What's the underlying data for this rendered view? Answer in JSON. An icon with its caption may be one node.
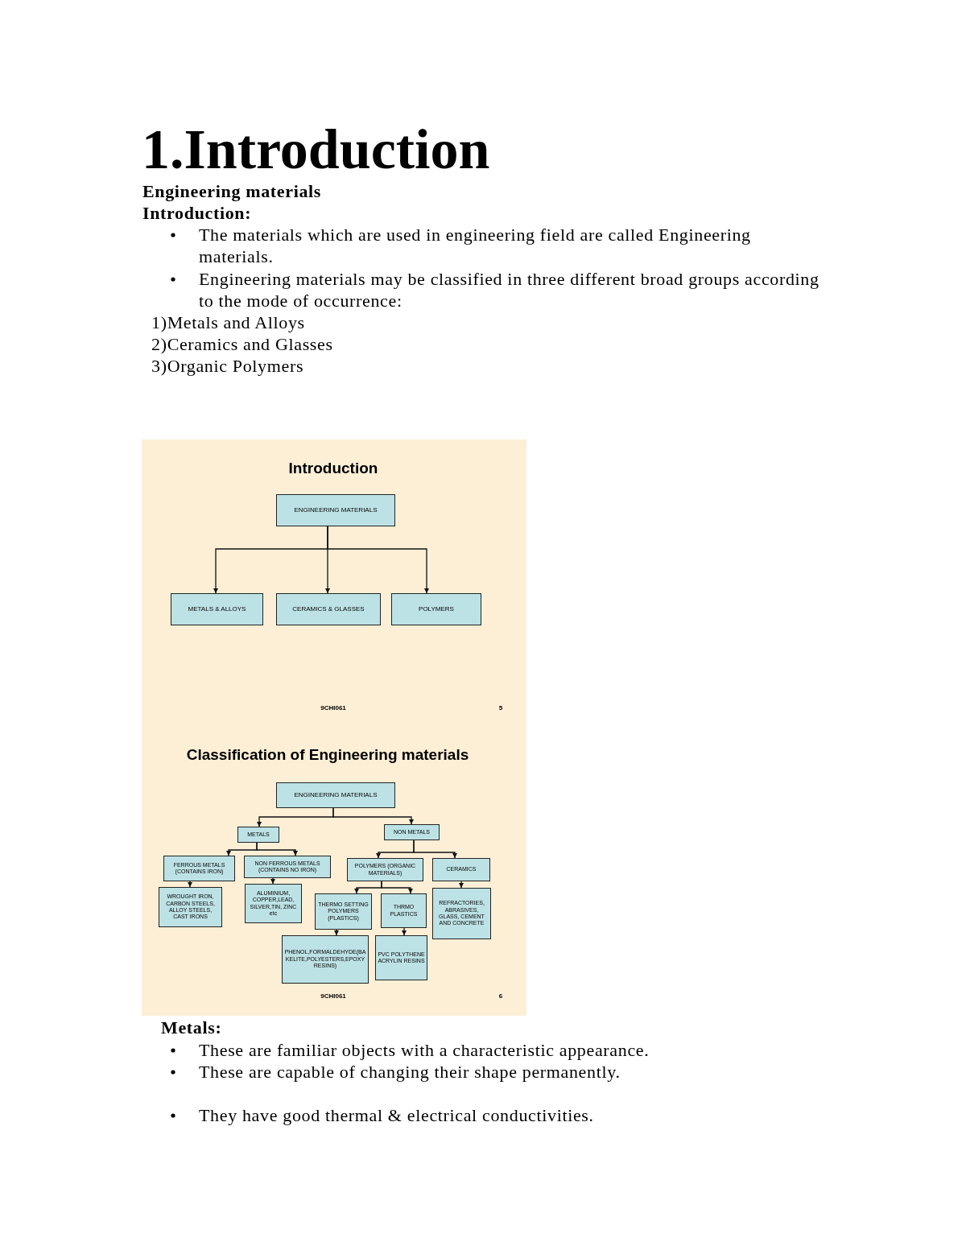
{
  "diagram": {
    "title": "1.Introduction",
    "nodes": [
      {
        "text": [
          "ENGINEERING MATERIALS"
        ]
      },
      {
        "text": [
          "METALS & ALLOYS"
        ]
      },
      {
        "text": [
          "CERAMICS & GLASSES"
        ]
      },
      {
        "text": [
          "POLYMERS"
        ]
      },
      {
        "text": [
          "ENGINEERING MATERIALS"
        ]
      },
      {
        "text": [
          "METALS"
        ]
      },
      {
        "text": [
          "NON METALS"
        ]
      },
      {
        "text": [
          "FERROUS METALS (CONTAINS IRON)"
        ]
      },
      {
        "text": [
          "NON FERROUS METALS (CONTAINS NO IRON)"
        ]
      },
      {
        "text": [
          "POLYMERS (ORGANIC MATERIALS)"
        ]
      },
      {
        "text": [
          "CERAMICS"
        ]
      },
      {
        "text": [
          "WROUGHT IRON, CARBON STEELS, ALLOY STEELS, CAST IRONS"
        ]
      },
      {
        "text": [
          "ALUMINIUM, COPPER,LEAD, SILVER,TIN, ZINC etc"
        ]
      },
      {
        "text": [
          "THERMO SETTING POLYMERS (PLASTICS)"
        ]
      },
      {
        "text": [
          "THRMO PLASTICS"
        ]
      },
      {
        "text": [
          "REFRACTORIES, ABRASIVES, GLASS, CEMENT AND CONCRETE"
        ]
      },
      {
        "text": [
          "PHENOL,FORMALDEHYDE(BAKELITE,POLYESTERS,EPOXY RESINS)"
        ]
      },
      {
        "text": [
          "PVC POLYTHENE ACRYLIN RESINS"
        ]
      }
    ],
    "edges": [
      {
        "from": 0,
        "to": 1,
        "arrow": "to"
      },
      {
        "from": 0,
        "to": 2,
        "arrow": "to"
      },
      {
        "from": 0,
        "to": 3,
        "arrow": "to"
      },
      {
        "from": 4,
        "to": 5,
        "arrow": "to"
      },
      {
        "from": 4,
        "to": 6,
        "arrow": "to"
      },
      {
        "from": 5,
        "to": 7,
        "arrow": "to"
      },
      {
        "from": 5,
        "to": 8,
        "arrow": "to"
      },
      {
        "from": 6,
        "to": 9,
        "arrow": "to"
      },
      {
        "from": 6,
        "to": 10,
        "arrow": "to"
      },
      {
        "from": 7,
        "to": 11,
        "arrow": "to"
      },
      {
        "from": 8,
        "to": 12,
        "arrow": "to"
      },
      {
        "from": 9,
        "to": 13,
        "arrow": "to"
      },
      {
        "from": 9,
        "to": 14,
        "arrow": "to"
      },
      {
        "from": 10,
        "to": 15,
        "arrow": "to"
      },
      {
        "from": 13,
        "to": 16,
        "arrow": "to"
      },
      {
        "from": 14,
        "to": 17,
        "arrow": "to"
      }
    ],
    "labels": [
      "Engineering materials",
      "Introduction:",
      "The materials which are used in engineering field are called Engineering materials.",
      "Engineering materials may be classified in three different broad groups according to the mode of occurrence:",
      "1)Metals and Alloys",
      "2)Ceramics and Glasses",
      "3)Organic Polymers",
      "Introduction",
      "9CHI061",
      "5",
      "Classification of Engineering materials",
      "9CHI061",
      "6",
      "Metals:",
      "These are familiar objects with a characteristic appearance.",
      "These are capable of changing their shape permanently.",
      "They have good thermal & electrical conductivities."
    ]
  }
}
